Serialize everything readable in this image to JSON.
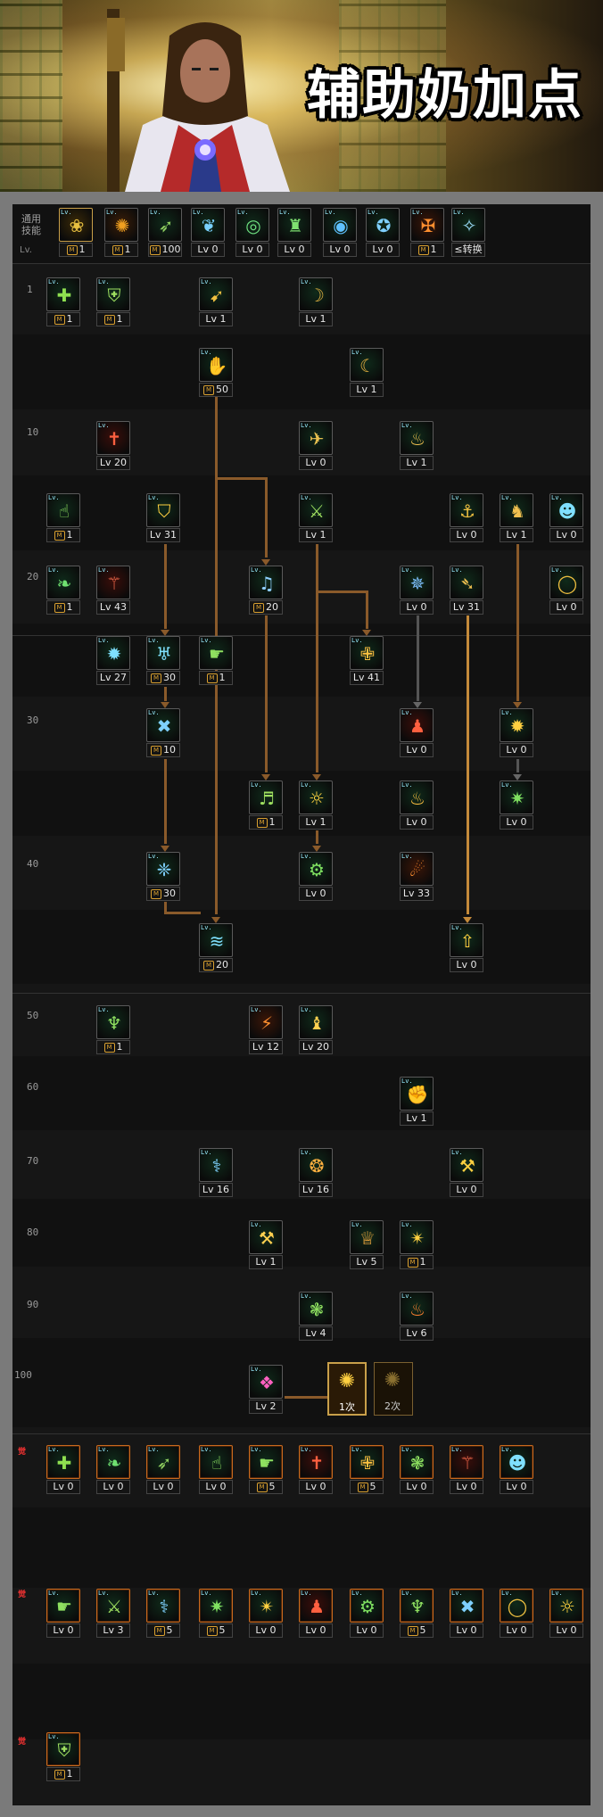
{
  "banner": {
    "title": "辅助奶加点"
  },
  "general": {
    "label_line1": "通用",
    "label_line2": "技能",
    "lv_header": "Lv."
  },
  "level_markers": [
    "1",
    "10",
    "20",
    "30",
    "40",
    "50",
    "60",
    "70",
    "80",
    "90",
    "100"
  ],
  "awakening_marker": "觉",
  "awakening": {
    "first": "1次",
    "second": "2次"
  },
  "colors": {
    "bg_panel": "#0d0d0d",
    "line_brown": "#8a5a2a",
    "line_gold": "#c48a3a",
    "accent_orange": "#c86a1e"
  },
  "general_skills": [
    {
      "icon": "kick-icon",
      "label": "1",
      "m": true
    },
    {
      "icon": "fire-burst-icon",
      "label": "1",
      "m": true
    },
    {
      "icon": "wing-strike-icon",
      "label": "100",
      "m": true
    },
    {
      "icon": "wings-icon",
      "label": "Lv 0",
      "m": false
    },
    {
      "icon": "target-icon",
      "label": "Lv 0",
      "m": false
    },
    {
      "icon": "figure-icon",
      "label": "Lv 0",
      "m": false
    },
    {
      "icon": "eye-orb-icon",
      "label": "Lv 0",
      "m": false
    },
    {
      "icon": "muscle-icon",
      "label": "Lv 0",
      "m": false
    },
    {
      "icon": "flame-cross-icon",
      "label": "1",
      "m": true
    },
    {
      "icon": "magic-swap-icon",
      "label": "≤转换",
      "m": false
    }
  ],
  "skills": [
    {
      "icon": "heal-plus-icon",
      "label": "1",
      "m": true
    },
    {
      "icon": "armor-icon",
      "label": "1",
      "m": true
    },
    {
      "icon": "holy-bolt-icon",
      "label": "Lv 1",
      "m": false
    },
    {
      "icon": "claw-icon",
      "label": "Lv 1",
      "m": false
    },
    {
      "icon": "hand-light-icon",
      "label": "50",
      "m": true
    },
    {
      "icon": "crescent-icon",
      "label": "Lv 1",
      "m": false
    },
    {
      "icon": "cross-shield-icon",
      "label": "Lv 20",
      "m": false
    },
    {
      "icon": "wing-gold-icon",
      "label": "Lv 0",
      "m": false
    },
    {
      "icon": "bell-ring-icon",
      "label": "Lv 1",
      "m": false
    },
    {
      "icon": "praying-hands-icon",
      "label": "1",
      "m": true
    },
    {
      "icon": "shield-emblem-icon",
      "label": "Lv 31",
      "m": false
    },
    {
      "icon": "crossed-blades-icon",
      "label": "Lv 1",
      "m": false
    },
    {
      "icon": "anchor-icon",
      "label": "Lv 0",
      "m": false
    },
    {
      "icon": "running-light-icon",
      "label": "Lv 1",
      "m": false
    },
    {
      "icon": "mask-icon",
      "label": "Lv 0",
      "m": false
    },
    {
      "icon": "leaf-icon",
      "label": "1",
      "m": true
    },
    {
      "icon": "sword-down-icon",
      "label": "Lv 43",
      "m": false
    },
    {
      "icon": "music-note-icon",
      "label": "20",
      "m": true
    },
    {
      "icon": "sparkle-blue-icon",
      "label": "Lv 0",
      "m": false
    },
    {
      "icon": "spear-icon",
      "label": "Lv 31",
      "m": false
    },
    {
      "icon": "halo-ring-icon",
      "label": "Lv 0",
      "m": false
    },
    {
      "icon": "vortex-icon",
      "label": "Lv 27",
      "m": false
    },
    {
      "icon": "chalice-icon",
      "label": "30",
      "m": true
    },
    {
      "icon": "hand-green-icon",
      "label": "1",
      "m": true
    },
    {
      "icon": "grand-cross-icon",
      "label": "Lv 41",
      "m": false
    },
    {
      "icon": "triple-x-icon",
      "label": "10",
      "m": true
    },
    {
      "icon": "red-figure-icon",
      "label": "Lv 0",
      "m": false
    },
    {
      "icon": "sun-flower-icon",
      "label": "Lv 0",
      "m": false
    },
    {
      "icon": "notes-on-icon",
      "label": "1",
      "m": true
    },
    {
      "icon": "sunburst-icon",
      "label": "Lv 1",
      "m": false
    },
    {
      "icon": "gold-flame-icon",
      "label": "Lv 0",
      "m": false
    },
    {
      "icon": "green-spark-icon",
      "label": "Lv 0",
      "m": false
    },
    {
      "icon": "ctrl-wing-icon",
      "label": "30",
      "m": true
    },
    {
      "icon": "on-gear-icon",
      "label": "Lv 0",
      "m": false
    },
    {
      "icon": "fire-dragon-icon",
      "label": "Lv 33",
      "m": false
    },
    {
      "icon": "alt-wave-icon",
      "label": "20",
      "m": true
    },
    {
      "icon": "pillar-light-icon",
      "label": "Lv 0",
      "m": false
    },
    {
      "icon": "green-aura-icon",
      "label": "1",
      "m": true
    },
    {
      "icon": "red-strike-icon",
      "label": "Lv 12",
      "m": false
    },
    {
      "icon": "red-jump-icon",
      "label": "Lv 20",
      "m": false
    },
    {
      "icon": "thunder-fist-icon",
      "label": "Lv 1",
      "m": false
    },
    {
      "icon": "blade-rain-icon",
      "label": "Lv 16",
      "m": false
    },
    {
      "icon": "rune-wheel-icon",
      "label": "Lv 16",
      "m": false
    },
    {
      "icon": "gold-slash-icon",
      "label": "Lv 0",
      "m": false
    },
    {
      "icon": "hammer-icon",
      "label": "Lv 1",
      "m": false
    },
    {
      "icon": "bell-crown-icon",
      "label": "Lv 5",
      "m": false
    },
    {
      "icon": "radiance-icon",
      "label": "1",
      "m": true
    },
    {
      "icon": "green-orb-icon",
      "label": "Lv 4",
      "m": false
    },
    {
      "icon": "fire-pillar-icon",
      "label": "Lv 6",
      "m": false
    },
    {
      "icon": "divine-burst-icon",
      "label": "Lv 2",
      "m": false
    }
  ],
  "awk_row1": [
    "Lv 0",
    "Lv 0",
    "Lv 0",
    "Lv 0",
    "5",
    "Lv 0",
    "5",
    "Lv 0",
    "Lv 0",
    "Lv 0"
  ],
  "awk_row2": [
    "Lv 0",
    "Lv 3",
    "5",
    "5",
    "Lv 0",
    "Lv 0",
    "Lv 0",
    "5",
    "Lv 0",
    "Lv 0",
    "Lv 0"
  ],
  "awk_row3": [
    "1"
  ]
}
